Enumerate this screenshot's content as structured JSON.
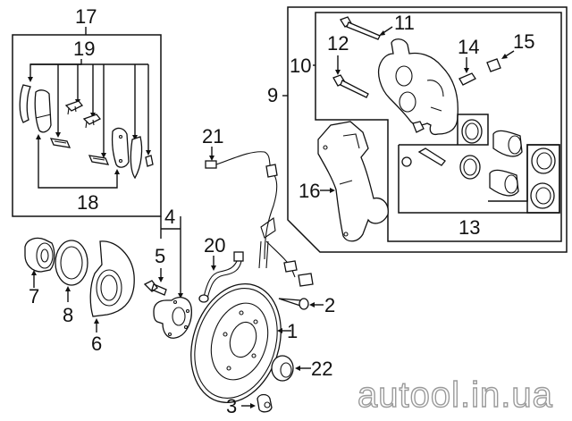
{
  "diagram": {
    "title": "Front brake assembly exploded parts view",
    "watermark": "autool.in.ua",
    "colors": {
      "line": "#111111",
      "background": "#ffffff",
      "watermark_outline": "#9a9a9a"
    },
    "callouts": {
      "c1": "1",
      "c2": "2",
      "c3": "3",
      "c4": "4",
      "c5": "5",
      "c6": "6",
      "c7": "7",
      "c8": "8",
      "c9": "9",
      "c10": "10",
      "c11": "11",
      "c12": "12",
      "c13": "13",
      "c14": "14",
      "c15": "15",
      "c16": "16",
      "c17": "17",
      "c18": "18",
      "c19": "19",
      "c20": "20",
      "c21": "21",
      "c22": "22"
    },
    "parts": [
      {
        "callout": "1",
        "part": "brake-rotor"
      },
      {
        "callout": "2",
        "part": "screw"
      },
      {
        "callout": "3",
        "part": "nut"
      },
      {
        "callout": "4",
        "part": "hub"
      },
      {
        "callout": "5",
        "part": "wheel-bolt"
      },
      {
        "callout": "6",
        "part": "dust-shield"
      },
      {
        "callout": "7",
        "part": "bearing"
      },
      {
        "callout": "8",
        "part": "snap-ring"
      },
      {
        "callout": "9",
        "part": "caliper-assembly"
      },
      {
        "callout": "10",
        "part": "caliper-housing"
      },
      {
        "callout": "11",
        "part": "guide-pin"
      },
      {
        "callout": "12",
        "part": "lock-pin"
      },
      {
        "callout": "13",
        "part": "repair-kit"
      },
      {
        "callout": "14",
        "part": "bleeder"
      },
      {
        "callout": "15",
        "part": "bleeder-cap"
      },
      {
        "callout": "16",
        "part": "caliper-bracket"
      },
      {
        "callout": "17",
        "part": "pad-set"
      },
      {
        "callout": "18",
        "part": "pads"
      },
      {
        "callout": "19",
        "part": "pad-hardware"
      },
      {
        "callout": "20",
        "part": "brake-hose"
      },
      {
        "callout": "21",
        "part": "wear-sensor"
      },
      {
        "callout": "22",
        "part": "cap"
      }
    ]
  }
}
